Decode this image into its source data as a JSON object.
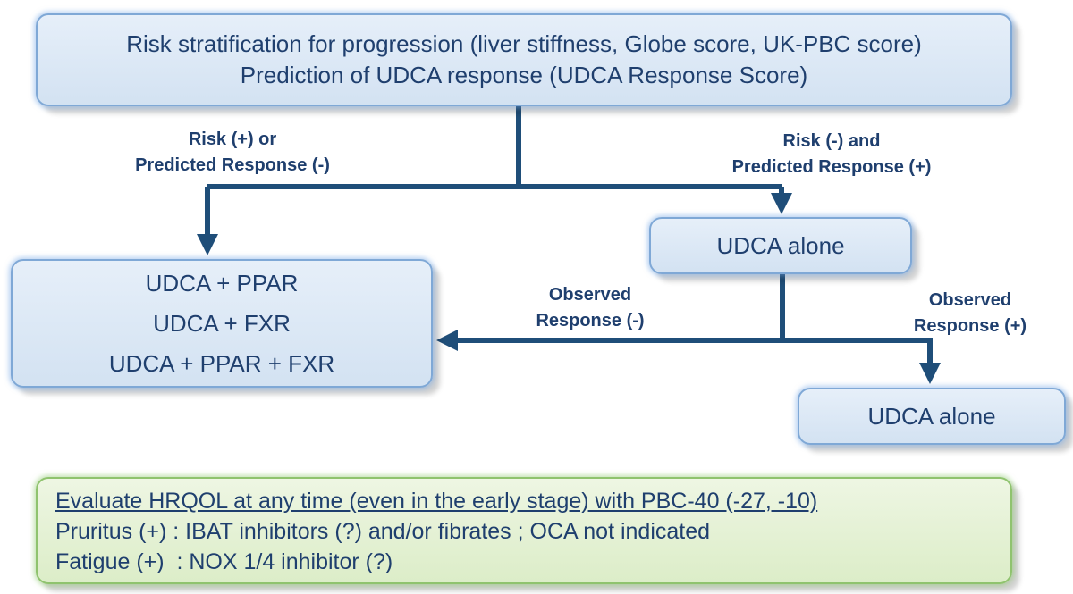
{
  "risk_box": {
    "line1": "Risk stratification for progression (liver stiffness, Globe score, UK-PBC score)",
    "line2": "Prediction of UDCA response (UDCA Response Score)"
  },
  "labels": {
    "risk_pos_line1": "Risk (+) or",
    "risk_pos_line2": "Predicted Response (-)",
    "risk_neg_line1": "Risk (-) and",
    "risk_neg_line2": "Predicted Response (+)",
    "obs_neg_line1": "Observed",
    "obs_neg_line2": "Response (-)",
    "obs_pos_line1": "Observed",
    "obs_pos_line2": "Response (+)"
  },
  "combo_box": {
    "items": [
      "UDCA + PPAR",
      "UDCA + FXR",
      "UDCA + PPAR + FXR"
    ]
  },
  "udca_mid": "UDCA  alone",
  "udca_low": "UDCA  alone",
  "hrqol_box": {
    "line1": "Evaluate HRQOL at any time (even in the early stage) with PBC-40 (-27, -10)",
    "line2": "Pruritus (+) : IBAT inhibitors (?) and/or fibrates ; OCA not indicated",
    "line3": "Fatigue (+)  : NOX 1/4 inhibitor (?)"
  },
  "colors": {
    "arrow": "#1f4e79",
    "text": "#1f3f6e",
    "blue_box_border": "#7fa8d6",
    "green_box_border": "#8fc36e"
  }
}
